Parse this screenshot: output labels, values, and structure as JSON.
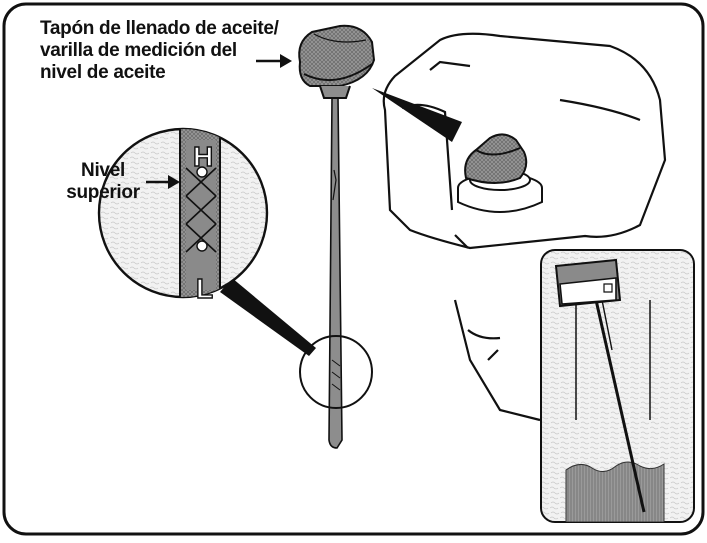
{
  "callouts": {
    "cap_label_lines": [
      "Tapón de llenado de aceite/",
      "varilla de medición del",
      "nivel de aceite"
    ],
    "level_label_lines": [
      "Nivel",
      "superior"
    ],
    "gauge_marks": {
      "high": "H",
      "low": "L"
    }
  },
  "colors": {
    "outline": "#111111",
    "cap_fill": "#8a8a8a",
    "cap_shadow": "#5a5a5a",
    "oil_fill": "#7a7a7a",
    "panel_bg": "#eeeeee",
    "gauge_crosshatch": "#222222"
  }
}
